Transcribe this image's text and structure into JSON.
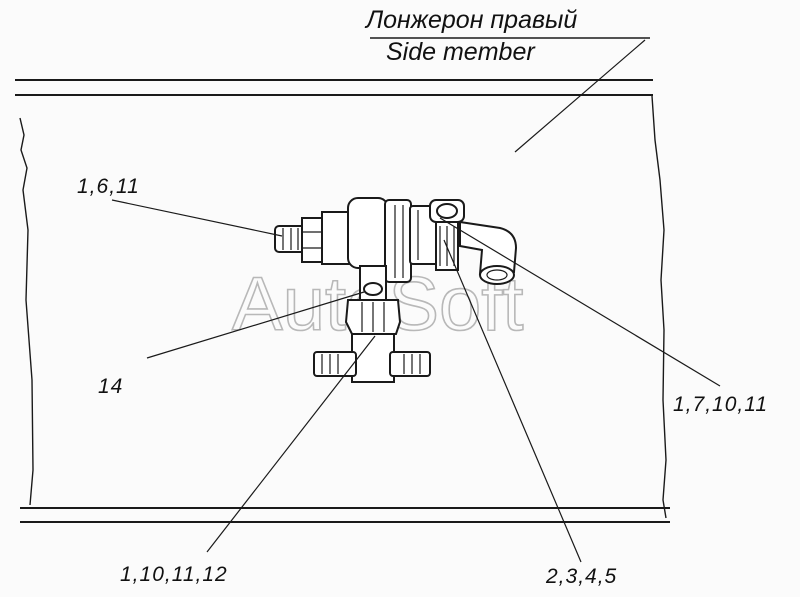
{
  "title_ru": "Лонжерон правый",
  "title_en": "Side member",
  "watermark": "AutoSoft",
  "callouts": {
    "c1": "1,6,11",
    "c2": "14",
    "c3": "1,7,10,11",
    "c4": "1,10,11,12",
    "c5": "2,3,4,5"
  }
}
